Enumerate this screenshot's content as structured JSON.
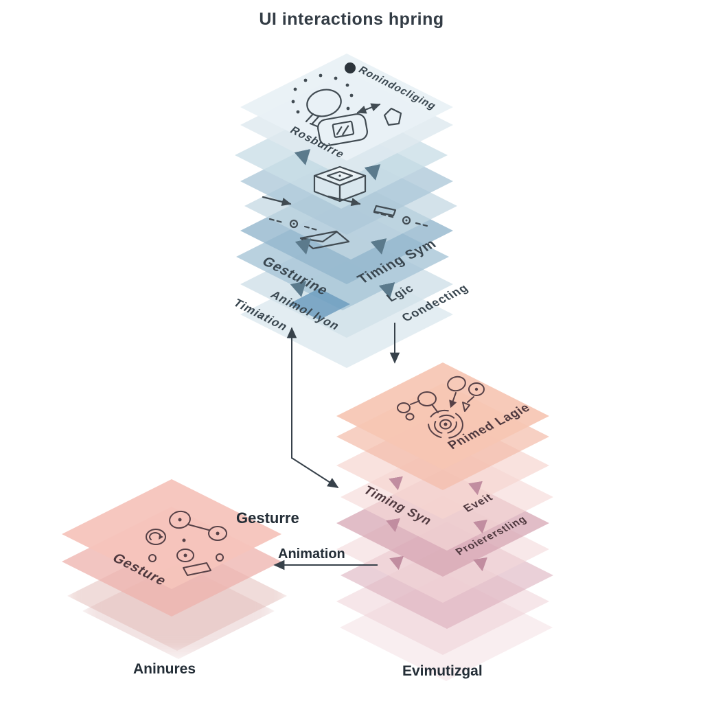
{
  "title": "UI interactions hpring",
  "blue_stack": {
    "corner_tag": "Ronindocliging",
    "upper_label": "Rosbuirre",
    "mid_left_label": "Gesturine",
    "mid_right_label": "Timing Sym",
    "lower_left_label": "Animol lyon",
    "lower_right_label": "Lgic",
    "outer_left_label": "Timiation",
    "outer_right_label": "Condecting"
  },
  "pink_stack": {
    "top_label": "Pnimed Lagie",
    "mid_left_label": "Timing Syn",
    "mid_right_label": "Eveit",
    "lower_right_label": "Proiererstling"
  },
  "gesture_stack": {
    "surface_label": "Gesture"
  },
  "annotations": {
    "gesture_callout": "Gesturre",
    "animation_callout": "Animation"
  },
  "footer": {
    "left_caption": "Aninures",
    "right_caption": "Evimutizgal"
  },
  "icons": {
    "blue_top": [
      "marker-dot-icon",
      "lightbulb-icon",
      "transfer-arrow-icon",
      "pentagon-icon",
      "screen-frame-icon"
    ],
    "blue_mid": [
      "cube-icon",
      "motion-arrows-icon",
      "timeline-nodes-icon",
      "folded-sheet-icon"
    ],
    "pink_top": [
      "node-graph-icon",
      "drop-arrow-icon",
      "pen-nib-icon",
      "target-rings-icon"
    ],
    "gesture": [
      "tap-point-icon",
      "drag-link-icon",
      "rotate-gesture-icon",
      "tap-dot-icon",
      "swipe-bar-icon"
    ]
  },
  "colors": {
    "blue_light": "#e9f1f5",
    "blue_mid": "#adc8d8",
    "blue_deep": "#94b7cd",
    "blue_core": "#6e9ec0",
    "salmon": "#f6c6b3",
    "pink_pale": "#f6d5d0",
    "mauve": "#d6a3b1",
    "gesture_pink": "#f5c4bc",
    "arrow_dark": "#37414a",
    "arrow_blue": "#5b7a8c",
    "arrow_mauve": "#c18da0",
    "icon_stroke_blue": "#414b52",
    "icon_stroke_pink": "#554046",
    "text_dark": "#2c3640"
  }
}
